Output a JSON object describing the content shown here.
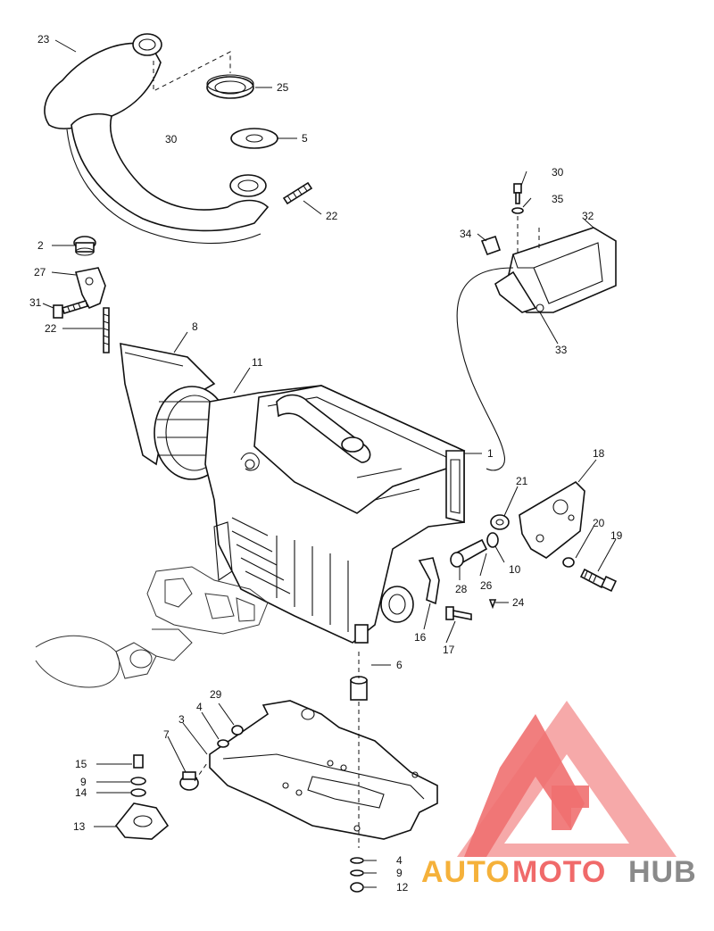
{
  "callouts": [
    {
      "num": "23"
    },
    {
      "num": "25"
    },
    {
      "num": "30"
    },
    {
      "num": "5"
    },
    {
      "num": "22"
    },
    {
      "num": "2"
    },
    {
      "num": "27"
    },
    {
      "num": "31"
    },
    {
      "num": "22"
    },
    {
      "num": "8"
    },
    {
      "num": "11"
    },
    {
      "num": "30"
    },
    {
      "num": "35"
    },
    {
      "num": "34"
    },
    {
      "num": "32"
    },
    {
      "num": "33"
    },
    {
      "num": "1"
    },
    {
      "num": "18"
    },
    {
      "num": "21"
    },
    {
      "num": "20"
    },
    {
      "num": "19"
    },
    {
      "num": "10"
    },
    {
      "num": "28"
    },
    {
      "num": "26"
    },
    {
      "num": "24"
    },
    {
      "num": "16"
    },
    {
      "num": "17"
    },
    {
      "num": "6"
    },
    {
      "num": "29"
    },
    {
      "num": "4"
    },
    {
      "num": "3"
    },
    {
      "num": "7"
    },
    {
      "num": "15"
    },
    {
      "num": "9"
    },
    {
      "num": "14"
    },
    {
      "num": "13"
    },
    {
      "num": "4"
    },
    {
      "num": "9"
    },
    {
      "num": "12"
    }
  ],
  "watermark": {
    "part1": "AUTO",
    "part2": "MOTO",
    "part3": "HUB",
    "colors": {
      "auto": "#f5b13a",
      "moto": "#f06a6a",
      "hub": "#8a8a8a",
      "logo": "#f07070"
    }
  }
}
